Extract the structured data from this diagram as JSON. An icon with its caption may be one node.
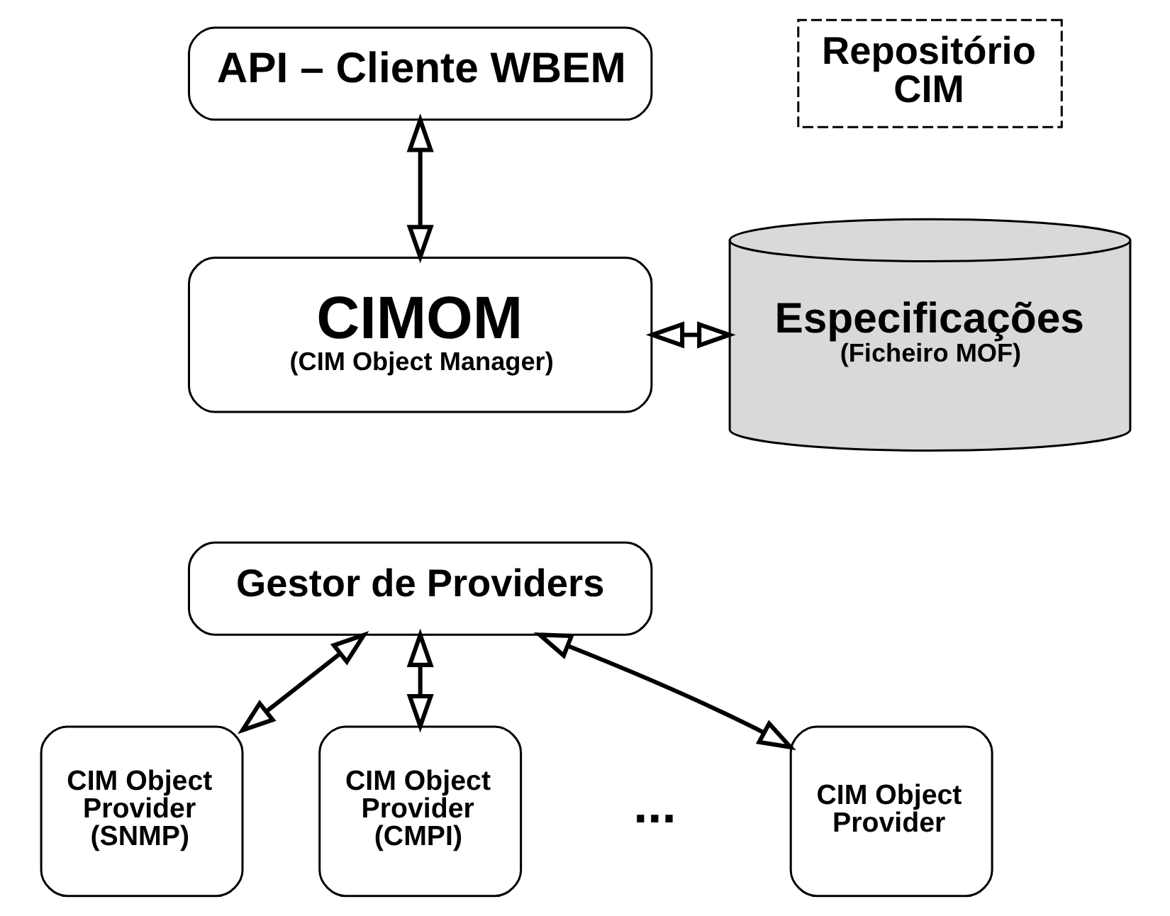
{
  "diagram": {
    "nodes": [
      {
        "text": [
          "API – Cliente WBEM"
        ]
      },
      {
        "text": [
          "CIMOM",
          "(CIM Object Manager)"
        ]
      },
      {
        "text": [
          "Especificações",
          "(Ficheiro MOF)"
        ]
      },
      {
        "text": [
          "Repositório CIM"
        ]
      },
      {
        "text": [
          "Gestor de Providers"
        ]
      },
      {
        "text": [
          "CIM Object Provider (SNMP)"
        ]
      },
      {
        "text": [
          "CIM Object Provider (CMPI)"
        ]
      },
      {
        "text": [
          "CIM Object Provider"
        ]
      }
    ],
    "edges": [
      {
        "from": 0,
        "to": 1,
        "arrow": "both"
      },
      {
        "from": 1,
        "to": 2,
        "arrow": "both"
      },
      {
        "from": 4,
        "to": 5,
        "arrow": "both"
      },
      {
        "from": 4,
        "to": 6,
        "arrow": "both"
      },
      {
        "from": 4,
        "to": 7,
        "arrow": "both"
      }
    ],
    "labels": [
      "..."
    ]
  }
}
